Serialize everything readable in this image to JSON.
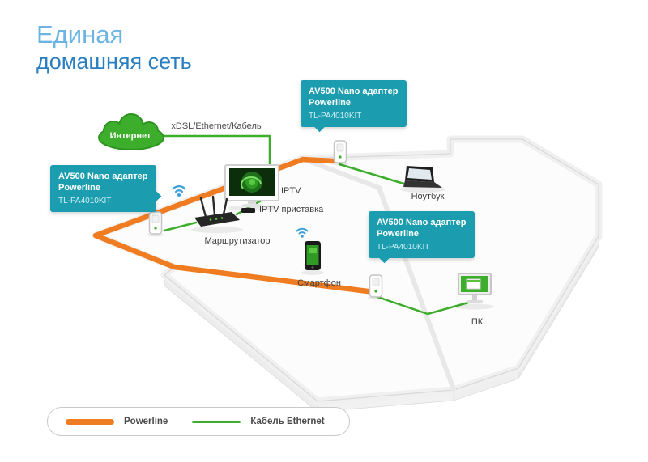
{
  "title": {
    "line1": "Единая",
    "line2": "домашняя сеть"
  },
  "internet": {
    "cloud_label": "Интернет",
    "link_label": "xDSL/Ethernet/Кабель"
  },
  "adapter_callout": {
    "line1": "AV500 Nano адаптер",
    "line2": "Powerline",
    "line3": "TL-PA4010KIT"
  },
  "device_labels": {
    "router": "Маршрутизатор",
    "iptv": "IPTV",
    "iptv_box": "IPTV приставка",
    "laptop": "Ноутбук",
    "smartphone": "Смартфон",
    "pc": "ПК"
  },
  "legend": {
    "powerline_label": "Powerline",
    "ethernet_label": "Кабель Ethernet"
  },
  "colors": {
    "powerline_orange": "#f07c21",
    "ethernet_green": "#3dae2b",
    "callout_teal": "#1b9daf",
    "title_light_blue": "#6cb5e3",
    "title_blue": "#2a7fc1"
  }
}
